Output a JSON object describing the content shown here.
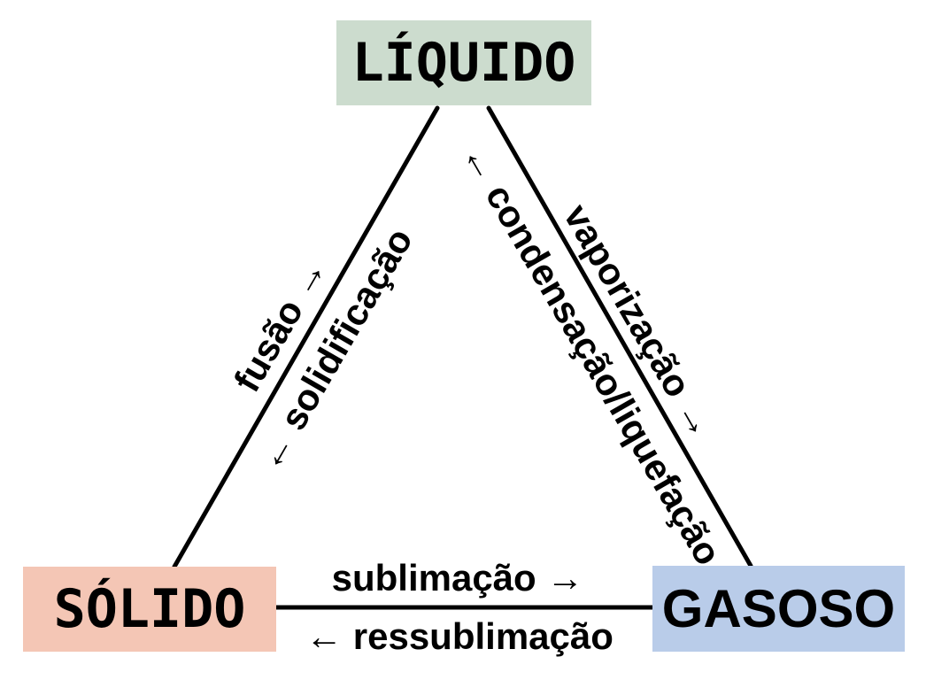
{
  "colors": {
    "canvas-bg": "#ffffff",
    "text": "#000000",
    "line": "#000000",
    "liquid-bg": "#ccdcce",
    "solid-bg": "#f4c6b5",
    "gas-bg": "#b9cce9"
  },
  "diagram": {
    "states": {
      "liquido": {
        "label": "LÍQUIDO",
        "color": "#ccdcce"
      },
      "solido": {
        "label": "SÓLIDO",
        "color": "#f4c6b5"
      },
      "gasoso": {
        "label": "GASOSO",
        "color": "#b9cce9"
      }
    },
    "transitions": {
      "solid_to_liquid": "fusão →",
      "liquid_to_solid": "← solidificação",
      "liquid_to_gas": "vaporização →",
      "gas_to_liquid": "← condensação/liquefação",
      "solid_to_gas": "sublimação →",
      "gas_to_solid": "← ressublimação"
    }
  }
}
